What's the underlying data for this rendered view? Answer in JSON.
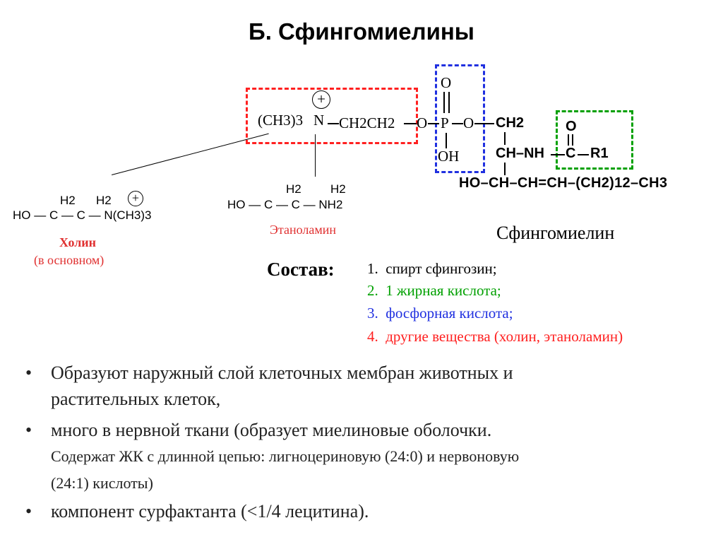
{
  "title": "Б. Сфингомиелины",
  "colors": {
    "red": "#ff2020",
    "blue": "#2030e0",
    "green": "#00a000",
    "label_red": "#e03030",
    "text": "#000000"
  },
  "top_formula": {
    "group": "(CH3)3",
    "n": "N",
    "chain": "CH2CH2",
    "o1": "O",
    "p": "P",
    "o2": "O",
    "oh": "OH",
    "o_top": "O",
    "plus": "+"
  },
  "sphingosine": {
    "ch2": "CH2",
    "chnh": "CH–NH",
    "carbonyl_c": "C",
    "r1": "R1",
    "o": "O",
    "bottom": "HO–CH–CH=CH–(CH2)12–CH3"
  },
  "choline": {
    "formula": "HO — C — C — N(CH3)3",
    "h2": "H2",
    "plus": "+",
    "name": "Холин",
    "note": "(в основном)"
  },
  "ethanolamine": {
    "formula": "HO — C — C — NH2",
    "h2": "H2",
    "name": "Этаноламин"
  },
  "sphingomyelin_label": "Сфингомиелин",
  "composition": {
    "heading": "Состав:",
    "items": [
      {
        "num": "1.",
        "text": "спирт сфингозин;"
      },
      {
        "num": "2.",
        "text": "1 жирная кислота;"
      },
      {
        "num": "3.",
        "text": "фосфорная кислота;"
      },
      {
        "num": "4.",
        "text": "другие вещества (холин, этаноламин)"
      }
    ]
  },
  "bullets": [
    {
      "marker": "•",
      "line1": "Образуют наружный слой клеточных мембран животных и",
      "line2": "растительных клеток,"
    },
    {
      "marker": "•",
      "line1": "много в нервной ткани (образует миелиновые оболочки.",
      "line2": "Содержат ЖК с длинной цепью: лигноцериновую (24:0) и нервоновую",
      "line3": "(24:1) кислоты)"
    },
    {
      "marker": "•",
      "line1": "компонент сурфактанта (<1/4 лецитина)."
    }
  ]
}
